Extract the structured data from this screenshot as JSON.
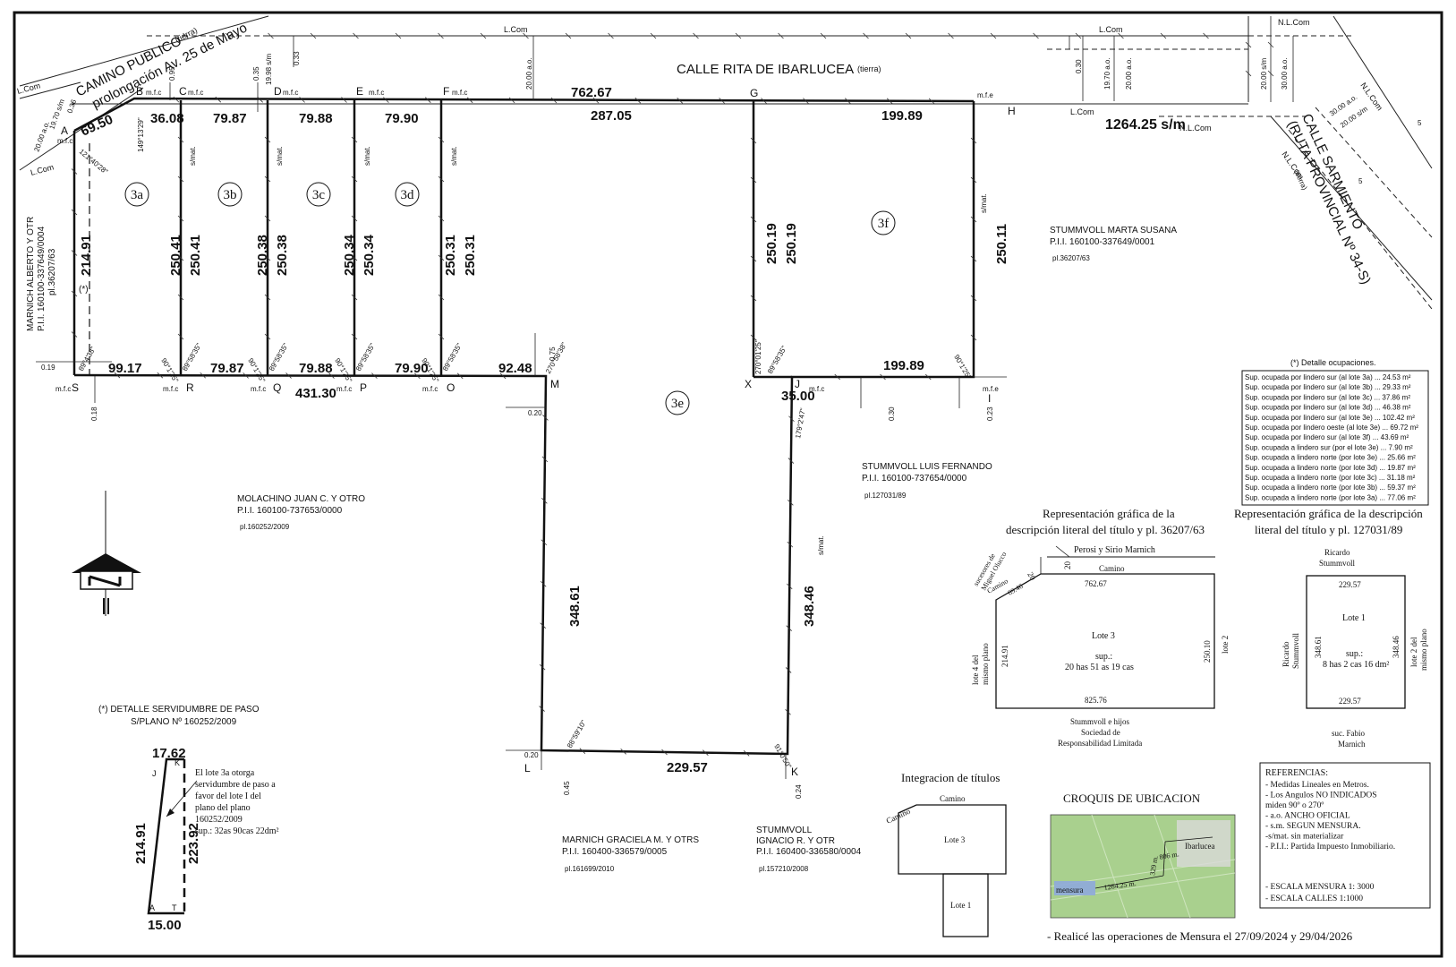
{
  "streets": {
    "north": "CALLE RITA DE IBARLUCEA",
    "north_tag": "(tierra)",
    "camino_line1": "CAMINO PUBLICO",
    "camino_line2": "prolongación Av. 25 de Mayo",
    "camino_tag": "(tierra)",
    "east_line1": "CALLE SARMIENTO",
    "east_line2": "(RUTA PROVINCIAL Nº 34-S)",
    "east_tag": "(tierra)"
  },
  "line_labels": {
    "lcom": "L.Com",
    "nlcom": "N.L.Com",
    "mfc": "m.f.c",
    "mfe": "m.f.e",
    "smat": "s/mat."
  },
  "lots": [
    "3a",
    "3b",
    "3c",
    "3d",
    "3e",
    "3f"
  ],
  "points": {
    "A": "A",
    "B": "B",
    "C": "C",
    "D": "D",
    "E": "E",
    "F": "F",
    "G": "G",
    "H": "H",
    "I": "I",
    "J": "J",
    "K": "K",
    "L": "L",
    "M": "M",
    "O": "O",
    "P": "P",
    "Q": "Q",
    "R": "R",
    "S": "S",
    "X": "X"
  },
  "dimensions": {
    "ab": "69.50",
    "bc": "36.08",
    "cd": "79.87",
    "de": "79.88",
    "ef": "79.90",
    "fg_total": "762.67",
    "fg": "287.05",
    "gh": "199.89",
    "sa": "214.91",
    "rc1": "250.41",
    "rc2": "250.41",
    "qd1": "250.38",
    "qd2": "250.38",
    "pe1": "250.34",
    "pe2": "250.34",
    "of1": "250.31",
    "of2": "250.31",
    "xg1": "250.19",
    "xg2": "250.19",
    "ih": "250.11",
    "sr": "99.17",
    "rq": "79.87",
    "qp": "79.88",
    "sm_total": "431.30",
    "po": "79.90",
    "om": "92.48",
    "xi": "199.89",
    "xj": "35.00",
    "ml": "348.61",
    "jk": "348.46",
    "lk": "229.57",
    "north_total": "1264.25 s/m"
  },
  "offsets": {
    "o_019": "0.19",
    "o_018": "0.18",
    "o_075": "0.75",
    "o_020a": "0.20",
    "o_020b": "0.20",
    "o_045": "0.45",
    "o_024": "0.24",
    "o_030a": "0.30",
    "o_023": "0.23",
    "o_095": "0.95",
    "o_035": "0.35",
    "o_033": "0.33",
    "o_1998": "19.98 s/m",
    "o_2000a": "20.00 a.o.",
    "o_030b": "0.30",
    "o_1970": "19.70 a.o.",
    "o_2000b": "20.00 a.o.",
    "o_2000sm": "20.00 s/m",
    "o_3000a": "30.00 a.o.",
    "o_3000b": "30.00 a.o.",
    "o_2000c": "20.00 s/m",
    "o_5a": "5",
    "o_5b": "5",
    "o_2000d": "20.00 a.o.",
    "o_1970sm": "19.70 s/m",
    "o_036": "0.36"
  },
  "angles": {
    "a_b": "149°13'29\"",
    "a_a": "121°40'28\"",
    "a_s": "89°4'38\"",
    "a_r1": "90°1'25\"",
    "a_r2": "89°58'35\"",
    "a_q1": "90°1'25\"",
    "a_q2": "89°58'35\"",
    "a_p1": "90°1'25\"",
    "a_p2": "89°58'35\"",
    "a_o1": "90°1'25\"",
    "a_o2": "89°58'35\"",
    "a_m": "270°58'38\"",
    "a_x1": "270°01'25\"",
    "a_x2": "89°58'35\"",
    "a_j": "179°2'47\"",
    "a_i": "90°1'25\"",
    "a_l": "88°59'10\"",
    "a_k": "91°0'50\""
  },
  "asterisk": "(*)",
  "owners": {
    "west": [
      "MARNICH ALBERTO Y OTR",
      "P.I.I. 160100-337649/0004",
      "pl.36207/63"
    ],
    "molachino": [
      "MOLACHINO JUAN C. Y OTRO",
      "P.I.I. 160100-737653/0000",
      "pl.160252/2009"
    ],
    "stummvoll_ms": [
      "STUMMVOLL MARTA SUSANA",
      "P.I.I. 160100-337649/0001",
      "pl.36207/63"
    ],
    "stummvoll_lf": [
      "STUMMVOLL LUIS FERNANDO",
      "P.I.I. 160100-737654/0000",
      "pl.127031/89"
    ],
    "marnich_g": [
      "MARNICH GRACIELA M. Y OTRS",
      "P.I.I. 160400-336579/0005",
      "pl.161699/2010"
    ],
    "stummvoll_ir": [
      "STUMMVOLL",
      "IGNACIO R. Y OTR",
      "P.I.I. 160400-336580/0004",
      "pl.157210/2008"
    ]
  },
  "ocupaciones": {
    "title": "(*)  Detalle ocupaciones.",
    "rows": [
      "Sup. ocupada por lindero sur (al lote 3a) ... 24.53 m²",
      "Sup. ocupada por lindero sur (al lote 3b) ... 29.33 m²",
      "Sup. ocupada por lindero sur (al lote 3c) ... 37.86 m²",
      "Sup. ocupada por lindero sur (al lote 3d) ... 46.38 m²",
      "Sup. ocupada por lindero sur (al lote 3e) ... 102.42 m²",
      "Sup. ocupada por lindero oeste (al lote 3e) ... 69.72 m²",
      "Sup. ocupada por lindero sur (al lote 3f) ... 43.69 m²",
      "Sup. ocupada a lindero sur (por el lote 3e) ... 7.90 m²",
      "Sup. ocupada a lindero norte (por lote 3e) ... 25.66 m²",
      "Sup. ocupada a lindero norte (por lote 3d) ... 19.87 m²",
      "Sup. ocupada a lindero norte (por lote 3c) ... 31.18 m²",
      "Sup. ocupada a lindero norte (por lote 3b) ... 59.37 m²",
      "Sup. ocupada a lindero norte (por lote 3a) ... 77.06 m²"
    ]
  },
  "rep1": {
    "title1": "Representación gráfica de la",
    "title2": "descripción literal del título y pl. 36207/63",
    "top_owner": "Perosi y Sirio Marnich",
    "camino": "Camino",
    "camino2": "Camino",
    "sucesores1": "sucesores de",
    "sucesores2": "Miguel Olucco",
    "w20a": "20",
    "w20b": "20",
    "top": "762.67",
    "diag": "69.46",
    "left": "214.91",
    "right": "250.10",
    "bottom": "825.76",
    "lote": "Lote 3",
    "sup1": "sup.:",
    "sup2": "20 has 51 as 19 cas",
    "left_side1": "lote 4 del",
    "left_side2": "mismo plano",
    "right_side": "lote 2",
    "below1": "Stummvoll e hijos",
    "below2": "Sociedad de",
    "below3": "Responsabilidad Limitada"
  },
  "rep2": {
    "title1": "Representación gráfica de la descripción",
    "title2": "literal del título y pl. 127031/89",
    "top_owner1": "Ricardo",
    "top_owner2": "Stummvoll",
    "top": "229.57",
    "left": "348.61",
    "right": "348.46",
    "bottom": "229.57",
    "lote": "Lote 1",
    "sup1": "sup.:",
    "sup2": "8 has 2 cas 16 dm²",
    "left_side1": "Ricardo",
    "left_side2": "Stummvoll",
    "right_side1": "lote 2 del",
    "right_side2": "mismo plano",
    "below1": "suc. Fabio",
    "below2": "Marnich"
  },
  "servidumbre": {
    "title1": "(*) DETALLE SERVIDUMBRE DE PASO",
    "title2": "S/PLANO Nº 160252/2009",
    "top": "17.62",
    "left": "214.91",
    "right": "223.92",
    "bottom": "15.00",
    "pJ": "J",
    "pK": "K",
    "pA": "A",
    "pT": "T",
    "note": [
      "El lote 3a otorga",
      "servidumbre de paso a",
      "favor del lote I del",
      "plano del plano",
      "160252/2009",
      "sup.: 32as 90cas 22dm²"
    ]
  },
  "integracion": {
    "title": "Integracion de títulos",
    "camino1": "Camino",
    "camino2": "Camino",
    "lote3": "Lote 3",
    "lote1": "Lote 1"
  },
  "croquis": {
    "title": "CROQUIS DE UBICACION",
    "town": "Ibarlucea",
    "len1": "806 m.",
    "len2": "329 m.",
    "len3": "1264.25 m.",
    "mensura": "mensura",
    "colors": {
      "map": "#a9d08e",
      "parcel": "#8ea9db",
      "urban": "#d9d9d9"
    }
  },
  "referencias": {
    "title": "REFERENCIAS:",
    "rows": [
      "- Medidas Lineales en Metros.",
      "-  Los Angulos NO INDICADOS",
      "   miden 90º o 270º",
      "- a.o. ANCHO OFICIAL",
      "- s.m. SEGUN MENSURA.",
      "-s/mat. sin materializar",
      "- P.I.I.: Partida Impuesto Inmobiliario."
    ],
    "scale1": "- ESCALA MENSURA 1: 3000",
    "scale2": "- ESCALA CALLES     1:1000"
  },
  "footer": "- Realicé las operaciones de Mensura el 27/09/2024 y 29/04/2026"
}
